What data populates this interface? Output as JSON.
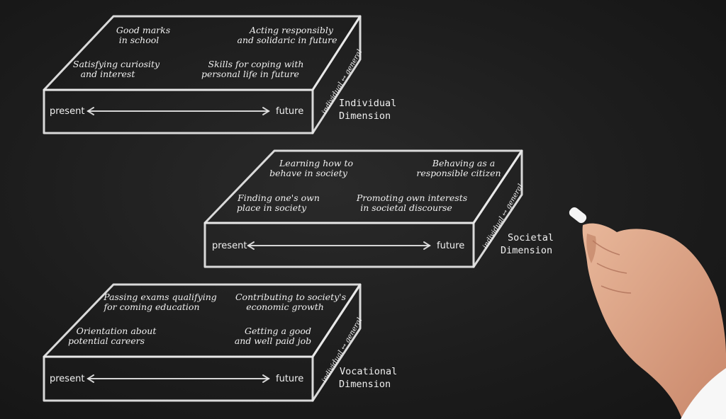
{
  "boxes": [
    {
      "cells": [
        [
          "Good marks",
          "in school"
        ],
        [
          "Acting responsibly",
          "and solidaric in future"
        ],
        [
          "Satisfying curiosity",
          "and interest"
        ],
        [
          "Skills for coping with",
          "personal life in future"
        ]
      ],
      "present": "present",
      "future": "future",
      "side": "individual ↔ general",
      "dimension": [
        "Individual",
        "Dimension"
      ]
    },
    {
      "cells": [
        [
          "Learning how to",
          "behave in society"
        ],
        [
          "Behaving as a",
          "responsible citizen"
        ],
        [
          "Finding one's own",
          "place in society"
        ],
        [
          "Promoting own interests",
          "in societal discourse"
        ]
      ],
      "present": "present",
      "future": "future",
      "side": "individual ↔ general",
      "dimension": [
        "Societal",
        "Dimension"
      ]
    },
    {
      "cells": [
        [
          "Passing exams qualifying",
          "for coming education"
        ],
        [
          "Contributing to society's",
          "economic growth"
        ],
        [
          "Orientation about",
          "potential careers"
        ],
        [
          "Getting a good",
          "and well paid job"
        ]
      ],
      "present": "present",
      "future": "future",
      "side": "individual ↔ general",
      "dimension": [
        "Vocational",
        "Dimension"
      ]
    }
  ]
}
